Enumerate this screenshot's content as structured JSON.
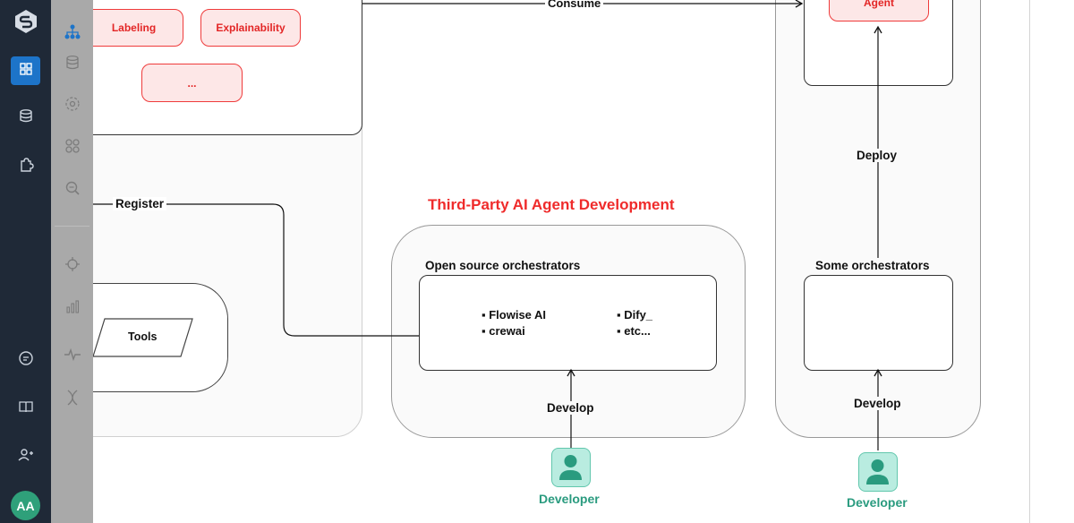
{
  "sidebar": {
    "logo_icon": "logo-icon",
    "items": [
      {
        "icon": "grid-icon",
        "active": true
      },
      {
        "icon": "database-import-icon",
        "active": false
      },
      {
        "icon": "puzzle-icon",
        "active": false
      }
    ],
    "bottom_items": [
      {
        "icon": "chat-icon"
      },
      {
        "icon": "book-icon"
      },
      {
        "icon": "add-user-icon"
      }
    ],
    "avatar": "AA"
  },
  "secondary_panel": {
    "items": [
      "sitemap-icon",
      "cylinder-icon",
      "target-icon",
      "components-icon",
      "zoom-icon",
      "crosshair-icon",
      "bar-chart-icon",
      "pulse-icon",
      "dna-icon"
    ]
  },
  "diagram": {
    "pills": {
      "labeling": "Labeling",
      "explainability": "Explainability",
      "more": "...",
      "agent": "Agent"
    },
    "edges": {
      "consume": "Consume",
      "register": "Register",
      "deploy": "Deploy",
      "develop_left": "Develop",
      "develop_right": "Develop"
    },
    "tools": "Tools",
    "section_title": "Third-Party AI Agent Development",
    "open_source_title": "Open source orchestrators",
    "open_source_items": [
      "Flowise AI",
      "crewai",
      "Dify_",
      "etc..."
    ],
    "some_orchestrators_title": "Some orchestrators",
    "developer_left": "Developer",
    "developer_right": "Developer",
    "colors": {
      "accent_red": "#ef3b3b",
      "developer_green": "#2a9b7f"
    }
  }
}
